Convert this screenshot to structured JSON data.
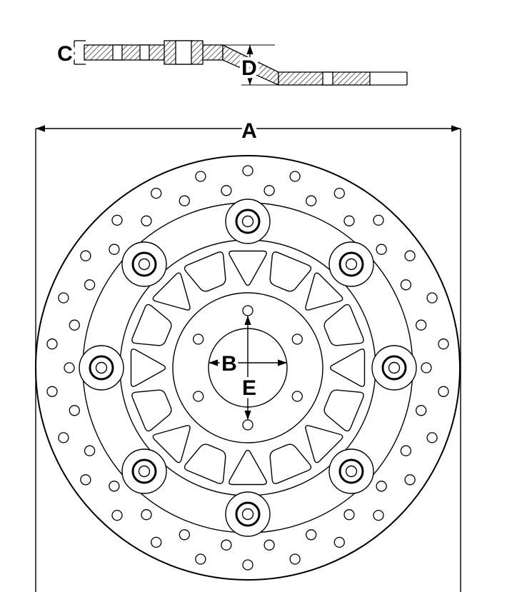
{
  "diagram": {
    "background_color": "#ffffff",
    "line_color": "#000000",
    "labels": {
      "overall_diameter": "A",
      "center_bore": "B",
      "disc_thickness": "C",
      "offset_height": "D",
      "bolt_circle": "E"
    },
    "figure": {
      "rivet_count": 8,
      "bolt_hole_count": 6,
      "outer_drill_hole_count": 26,
      "inner_drill_hole_count": 26
    }
  }
}
